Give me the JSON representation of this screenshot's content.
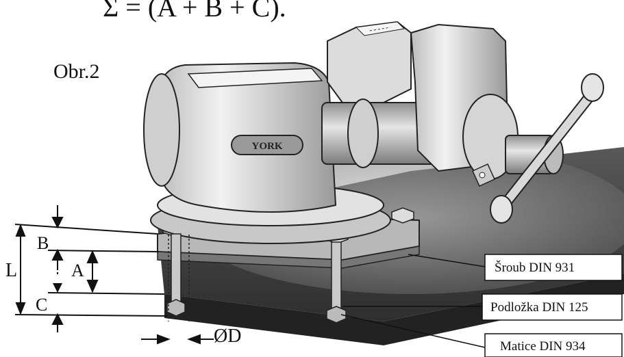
{
  "figure": {
    "header_fragment": "Σ = (A + B + C).",
    "figure_label": "Obr.2",
    "brand_plate": "YORK"
  },
  "dimensions": {
    "L": "L",
    "A": "A",
    "B": "B",
    "C": "C",
    "D": "ØD"
  },
  "callouts": [
    {
      "text": "Šroub DIN 931"
    },
    {
      "text": "Podložka DIN 125"
    },
    {
      "text": "Matice DIN 934"
    }
  ],
  "colors": {
    "metal_light": "#d9d9d9",
    "metal_mid": "#a9a9a9",
    "metal_dark": "#5a5a5a",
    "bench_top": "#4a4a4a",
    "bench_dark": "#2a2a2a",
    "ink": "#111111"
  }
}
